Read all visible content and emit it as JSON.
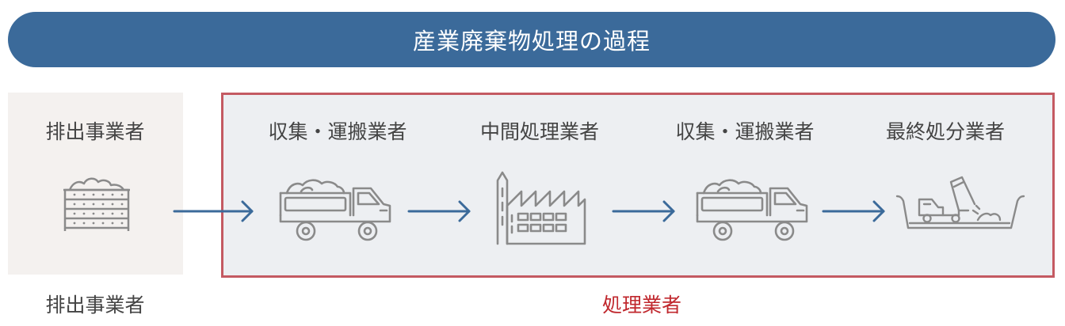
{
  "title": "産業廃棄物処理の過程",
  "emitter": {
    "stage_label": "排出事業者",
    "bottom_label": "排出事業者"
  },
  "processor_group_label": "処理業者",
  "stages": [
    {
      "label": "収集・運搬業者",
      "icon": "dump-truck-icon"
    },
    {
      "label": "中間処理業者",
      "icon": "factory-icon"
    },
    {
      "label": "収集・運搬業者",
      "icon": "dump-truck-icon"
    },
    {
      "label": "最終処分業者",
      "icon": "landfill-dump-icon"
    }
  ],
  "colors": {
    "header_bg": "#3b6a9a",
    "arrow": "#3b6a9a",
    "processor_border": "#c45a62",
    "processor_label": "#c0282e",
    "icon_stroke": "#8a8a8a"
  }
}
